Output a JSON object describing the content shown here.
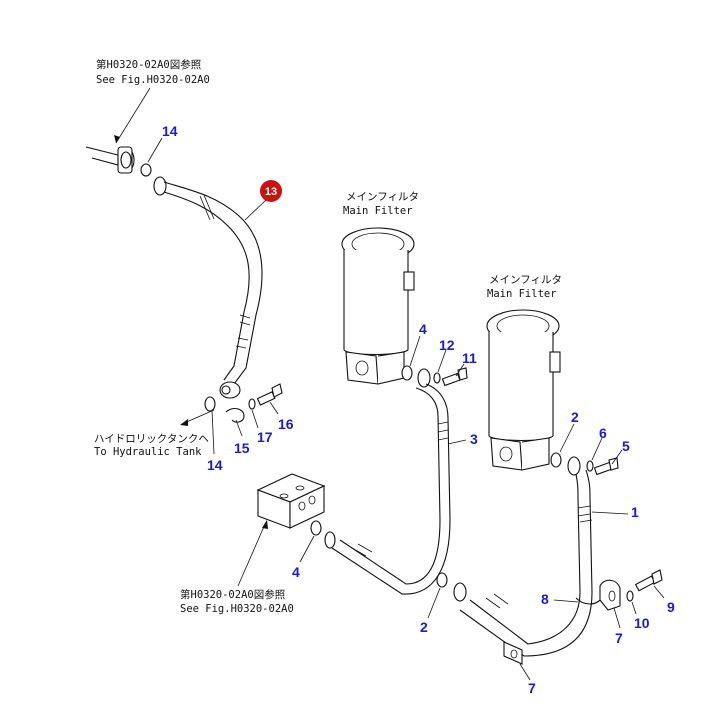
{
  "colors": {
    "label": "#1a1ad6",
    "badge": "#cc1111",
    "line": "#111111"
  },
  "notes": {
    "top_jp": "第H0320-02A0図参照",
    "top_en": "See Fig.H0320-02A0",
    "bottom_jp": "第H0320-02A0図参照",
    "bottom_en": "See Fig.H0320-02A0",
    "tank_jp": "ハイドロリックタンクヘ",
    "tank_en": "To Hydraulic Tank",
    "filter1_jp": "メインフィルタ",
    "filter1_en": "Main Filter",
    "filter2_jp": "メインフィルタ",
    "filter2_en": "Main Filter"
  },
  "highlight": {
    "number": "13"
  },
  "callouts": {
    "c14a": "14",
    "c14b": "14",
    "c15": "15",
    "c16": "16",
    "c17": "17",
    "c4a": "4",
    "c4b": "4",
    "c12": "12",
    "c11": "11",
    "c3": "3",
    "c2a": "2",
    "c2b": "2",
    "c6": "6",
    "c5": "5",
    "c1": "1",
    "c8": "8",
    "c7a": "7",
    "c7b": "7",
    "c10": "10",
    "c9": "9"
  }
}
